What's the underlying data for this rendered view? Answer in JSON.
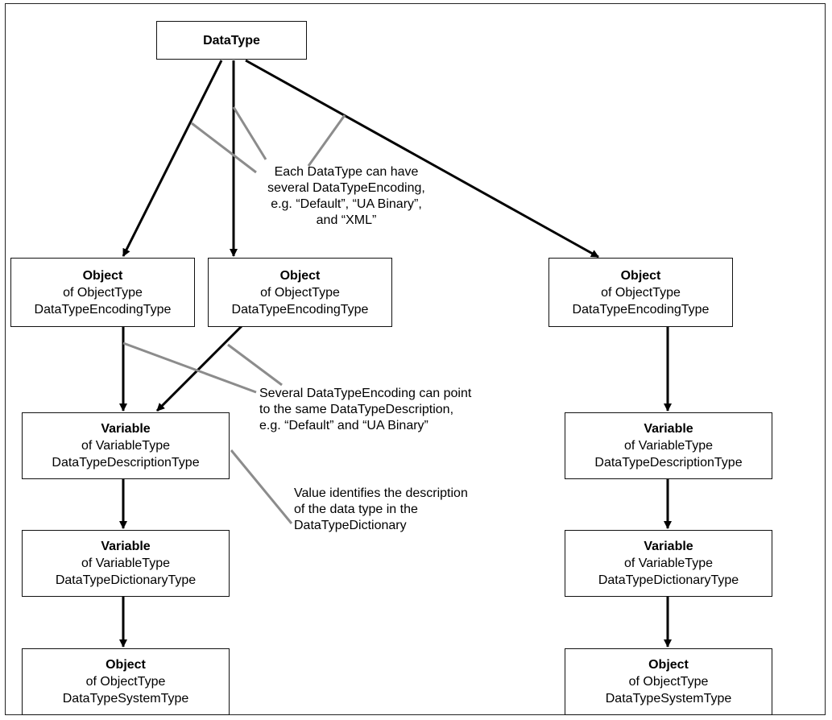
{
  "nodes": {
    "datatype": {
      "title": "DataType"
    },
    "enc_a": {
      "title": "Object",
      "line1": "of ObjectType",
      "line2": "DataTypeEncodingType"
    },
    "enc_b": {
      "title": "Object",
      "line1": "of ObjectType",
      "line2": "DataTypeEncodingType"
    },
    "enc_c": {
      "title": "Object",
      "line1": "of ObjectType",
      "line2": "DataTypeEncodingType"
    },
    "desc_left": {
      "title": "Variable",
      "line1": "of VariableType",
      "line2": "DataTypeDescriptionType"
    },
    "desc_right": {
      "title": "Variable",
      "line1": "of VariableType",
      "line2": "DataTypeDescriptionType"
    },
    "dict_left": {
      "title": "Variable",
      "line1": "of VariableType",
      "line2": "DataTypeDictionaryType"
    },
    "dict_right": {
      "title": "Variable",
      "line1": "of VariableType",
      "line2": "DataTypeDictionaryType"
    },
    "sys_left": {
      "title": "Object",
      "line1": "of ObjectType",
      "line2": "DataTypeSystemType"
    },
    "sys_right": {
      "title": "Object",
      "line1": "of ObjectType",
      "line2": "DataTypeSystemType"
    }
  },
  "notes": {
    "encodings": [
      "Each DataType can have",
      "several DataTypeEncoding,",
      "e.g. “Default”, “UA Binary”,",
      "and “XML”"
    ],
    "shared_description": [
      "Several DataTypeEncoding can point",
      "to the same DataTypeDescription,",
      "e.g. “Default” and “UA Binary”"
    ],
    "value": [
      "Value identifies the description",
      "of the data type in the",
      "DataTypeDictionary"
    ]
  },
  "colors": {
    "arrow": "#000000",
    "annotation_line": "#8c8c8c",
    "border": "#111111"
  }
}
